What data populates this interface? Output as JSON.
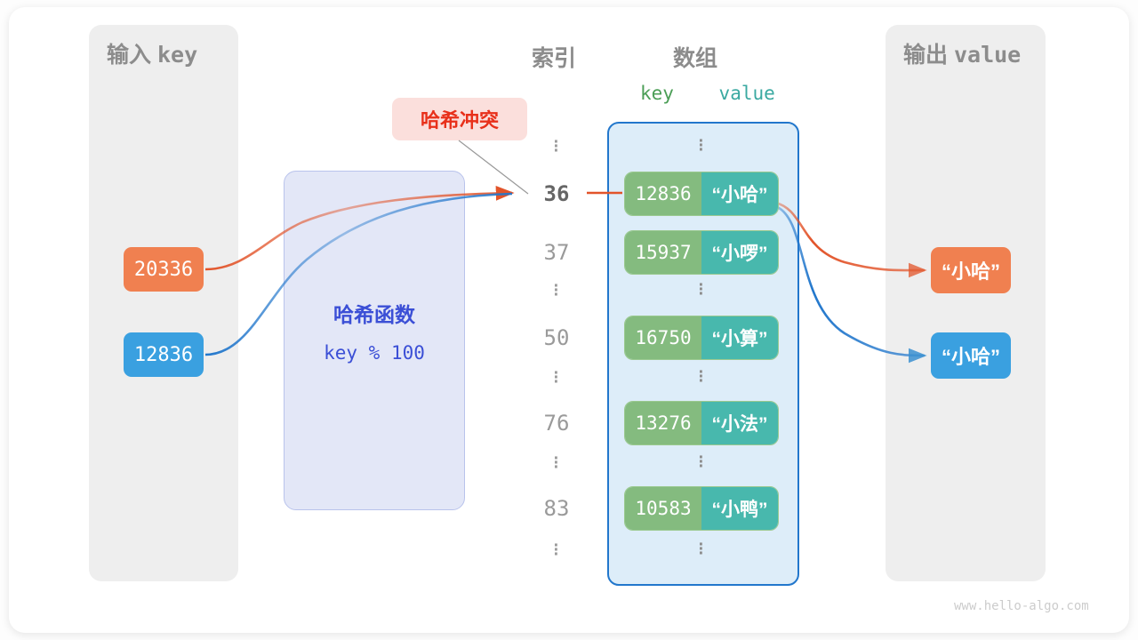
{
  "panels": {
    "input": {
      "label_cn": "输入",
      "label_code": "key"
    },
    "output": {
      "label_cn": "输出",
      "label_code": "value"
    }
  },
  "columns": {
    "index_title": "索引",
    "array_title": "数组",
    "key_header": "key",
    "value_header": "value"
  },
  "callout": {
    "text": "哈希冲突"
  },
  "hash_function": {
    "title": "哈希函数",
    "expression": "key % 100"
  },
  "inputs": [
    {
      "value": "20336",
      "color": "#f08050"
    },
    {
      "value": "12836",
      "color": "#3aa0e0"
    }
  ],
  "outputs": [
    {
      "value": "“小哈”",
      "color": "#f08050"
    },
    {
      "value": "“小哈”",
      "color": "#3aa0e0"
    }
  ],
  "indices": [
    {
      "label": "36",
      "highlighted": true
    },
    {
      "label": "37",
      "highlighted": false
    },
    {
      "label": "50",
      "highlighted": false
    },
    {
      "label": "76",
      "highlighted": false
    },
    {
      "label": "83",
      "highlighted": false
    }
  ],
  "buckets": [
    {
      "key": "12836",
      "value": "“小哈”"
    },
    {
      "key": "15937",
      "value": "“小啰”"
    },
    {
      "key": "16750",
      "value": "“小算”"
    },
    {
      "key": "13276",
      "value": "“小法”"
    },
    {
      "key": "10583",
      "value": "“小鸭”"
    }
  ],
  "ellipsis": "⋮",
  "watermark": "www.hello-algo.com",
  "colors": {
    "orange": "#e2542a",
    "blue": "#2277cc",
    "key_green": "#84bb7f",
    "value_teal": "#48b8ad",
    "collision_red": "#e8301a",
    "hash_blue": "#3b4fd6",
    "panel_gray": "#eeeeee"
  }
}
